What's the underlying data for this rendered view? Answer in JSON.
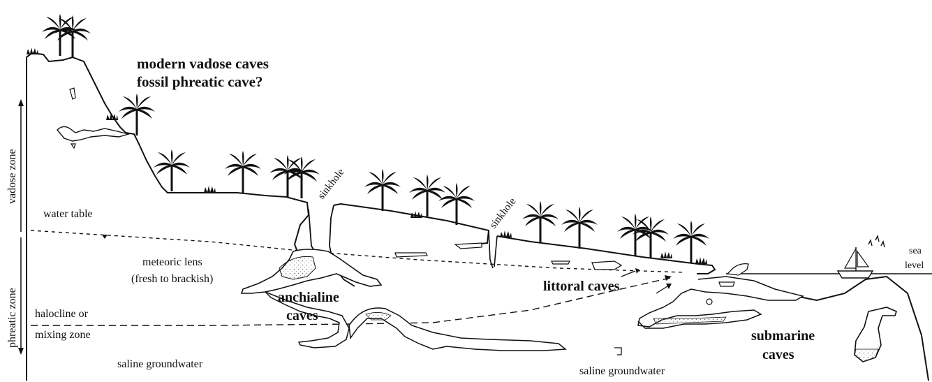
{
  "labels": {
    "modern_vadose": "modern vadose caves",
    "fossil_phreatic": "fossil phreatic cave?",
    "vadose_zone": "vadose zone",
    "phreatic_zone": "phreatic zone",
    "water_table": "water table",
    "meteoric_lens": "meteoric lens",
    "fresh_brackish": "(fresh to brackish)",
    "halocline": "halocline or",
    "mixing_zone": "mixing zone",
    "saline_left": "saline groundwater",
    "saline_mid": "saline groundwater",
    "anchialine_1": "anchialine",
    "anchialine_2": "caves",
    "littoral": "littoral caves",
    "submarine_1": "submarine",
    "submarine_2": "caves",
    "sinkhole_1": "sinkhole",
    "sinkhole_2": "sinkhole",
    "sea": "sea",
    "level": "level"
  },
  "colors": {
    "line": "#111111",
    "fill_cave": "#ffffff",
    "stipple": "#888888"
  },
  "icons": [
    "palm-tree-icon",
    "grass-tuft-icon",
    "sailboat-icon",
    "bird-icon"
  ]
}
